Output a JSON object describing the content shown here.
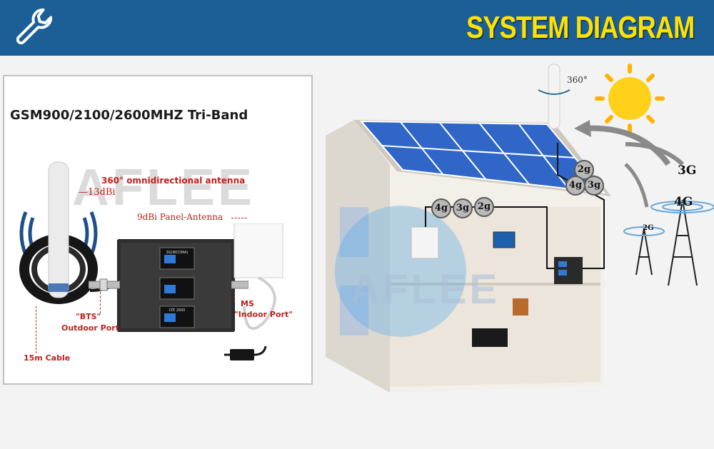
{
  "header": {
    "title": "SYSTEM DIAGRAM",
    "icon": "wrench-icon",
    "background": "#1c5f97",
    "title_color": "#ffe100"
  },
  "product_panel": {
    "title": "GSM900/2100/2600MHZ Tri-Band",
    "omni_antenna_label": "360° omnidirectional antenna",
    "omni_gain": "—13dBi",
    "panel_antenna_label": "9dBi Panel-Antenna",
    "bts_label": "\"BTS\"",
    "outdoor_port": "Outdoor Port",
    "ms_label": "MS",
    "indoor_port": "\"Indoor Port\"",
    "cable_label": "15m Cable",
    "watermark": "AFLEE",
    "lcd_bands": [
      "3G(WCDMA)",
      "",
      "LTE 2600"
    ],
    "accent_red": "#c0201c"
  },
  "house_scene": {
    "rotation_label": "360°",
    "roof_badges": [
      "2g",
      "4g",
      "3g"
    ],
    "indoor_badges": [
      "4g",
      "3g",
      "2g"
    ],
    "tower_labels": {
      "left_small": "2G",
      "right_big": "4G",
      "upper": "3G"
    },
    "watermark": "AFLEE"
  }
}
